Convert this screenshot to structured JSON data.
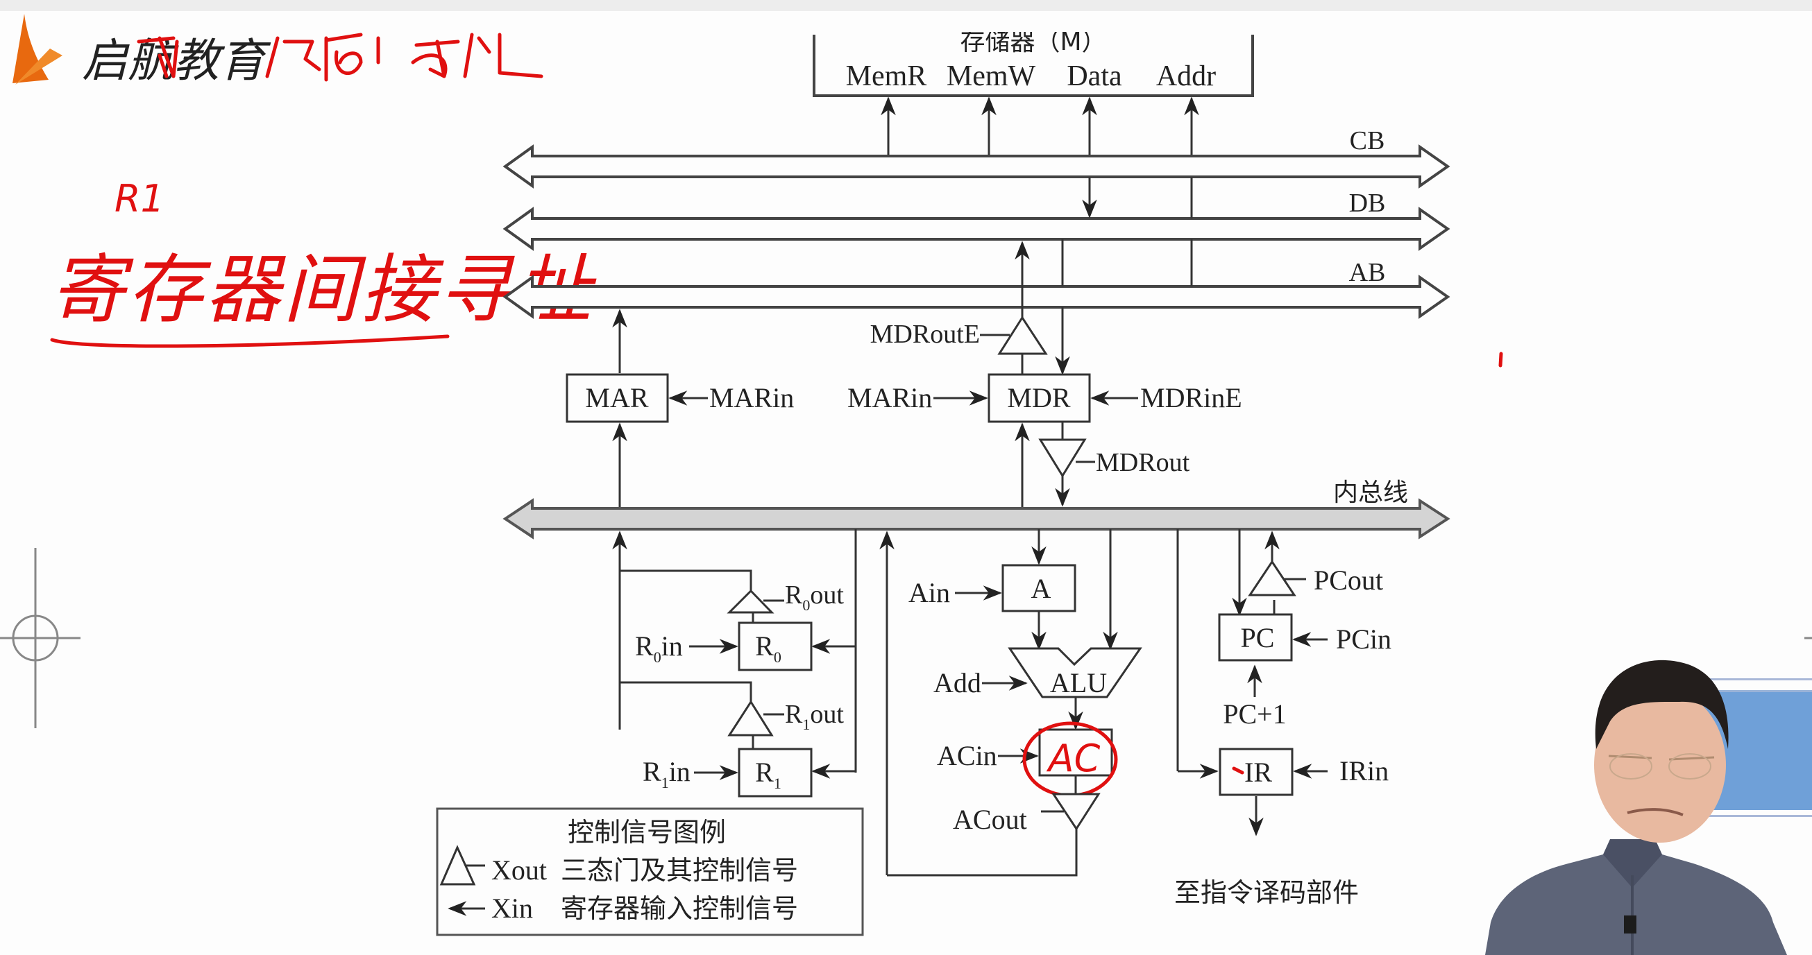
{
  "brand": {
    "name": "启航教育",
    "logo_icon": "sail-logo-icon",
    "accent": "#e8690f"
  },
  "annotations": {
    "subscript_note": "R1",
    "topic_heading": "寄存器间接寻址",
    "circled_register": "AC",
    "ink_color": "#e01010"
  },
  "memory": {
    "title": "存储器（M）",
    "ports": [
      "MemR",
      "MemW",
      "Data",
      "Addr"
    ]
  },
  "buses": {
    "control": "CB",
    "data": "DB",
    "address": "AB",
    "internal": "内总线"
  },
  "registers": {
    "mar": {
      "label": "MAR",
      "signal": "MARin"
    },
    "mdr": {
      "label": "MDR",
      "in_signal": "MARin",
      "in_e_signal": "MDRinE",
      "out_signal": "MDRout",
      "out_e_signal": "MDRoutE"
    },
    "r0": {
      "label": "R",
      "sub": "0",
      "in_prefix": "R",
      "in_sub": "0",
      "in_suffix": "in",
      "out_prefix": "R",
      "out_sub": "0",
      "out_suffix": "out"
    },
    "r1": {
      "label": "R",
      "sub": "1",
      "in_prefix": "R",
      "in_sub": "1",
      "in_suffix": "in",
      "out_prefix": "R",
      "out_sub": "1",
      "out_suffix": "out"
    },
    "a": {
      "label": "A",
      "signal": "Ain"
    },
    "alu": {
      "label": "ALU",
      "signal": "Add"
    },
    "ac": {
      "label": "AC",
      "in_signal": "ACin",
      "out_signal": "ACout"
    },
    "pc": {
      "label": "PC",
      "in_signal": "PCin",
      "out_signal": "PCout",
      "inc": "PC+1"
    },
    "ir": {
      "label": "IR",
      "signal": "IRin",
      "dest": "至指令译码部件"
    }
  },
  "legend": {
    "title": "控制信号图例",
    "rows": [
      {
        "symbol": "tristate-gate-icon",
        "code": "Xout",
        "desc": "三态门及其控制信号"
      },
      {
        "symbol": "arrow-left-icon",
        "code": "Xin",
        "desc": "寄存器输入控制信号"
      }
    ]
  },
  "presenter": {
    "panel_color": "#6fa0d8",
    "shirt_color": "#5d6478"
  }
}
